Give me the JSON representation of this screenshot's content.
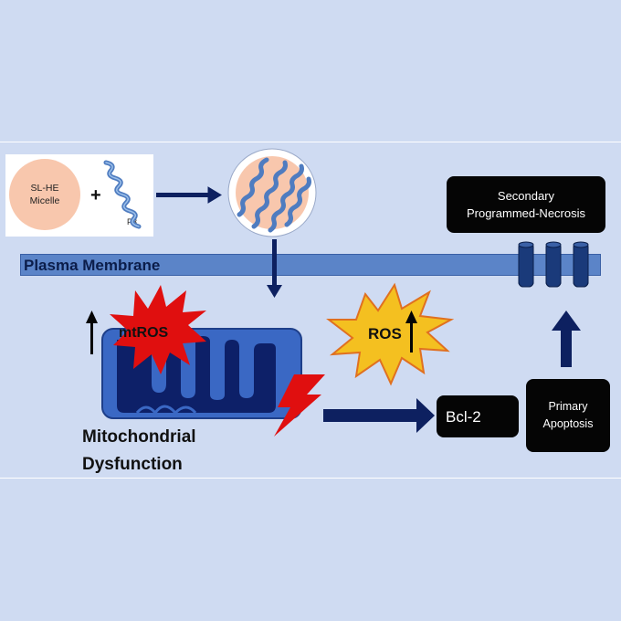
{
  "inset": {
    "micelle_label": "SL-HE\nMicelle",
    "plus": "+",
    "peptide_label": "P3"
  },
  "membrane": {
    "label": "Plasma Membrane"
  },
  "mitochondria": {
    "burst_label": "mtROS",
    "caption": "Mitochondrial\nDysfunction"
  },
  "ros_burst": {
    "label": "ROS"
  },
  "bcl2": {
    "label": "Bcl-2"
  },
  "primary": {
    "label": "Primary\nApoptosis"
  },
  "secondary": {
    "label": "Secondary\nProgrammed-Necrosis"
  },
  "colors": {
    "background": "#cfdbf2",
    "arrow": "#0d2060",
    "membrane": "#5b84c8",
    "channel": "#1a3a7a",
    "mito_outer": "#3a68c4",
    "mito_inner": "#0d2068",
    "red_burst": "#e00f0f",
    "ros_burst": "#f4c020",
    "micelle": "#f8c7ad",
    "box": "#050505"
  }
}
